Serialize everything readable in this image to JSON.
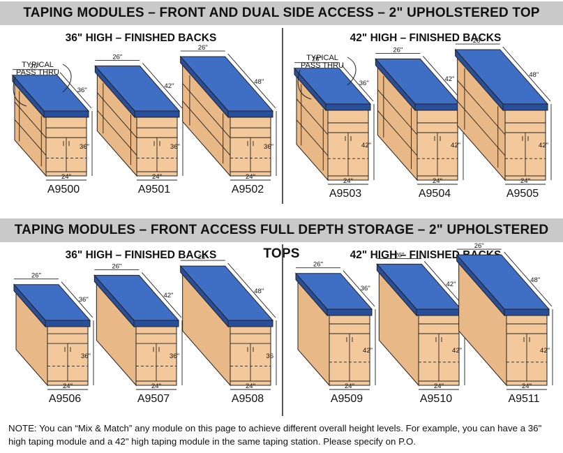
{
  "sections": [
    {
      "title": "TAPING MODULES – FRONT AND DUAL SIDE ACCESS – 2\" UPHOLSTERED TOP",
      "left_heading": "36\" HIGH – FINISHED BACKS",
      "right_heading": "42\" HIGH – FINISHED BACKS",
      "typical_label_line1": "TYPICAL",
      "typical_label_line2": "PASS THRU",
      "modules": [
        {
          "model": "A9500",
          "width": "26\"",
          "length": "36\"",
          "height": "36\"",
          "base": "24\""
        },
        {
          "model": "A9501",
          "width": "26\"",
          "length": "42\"",
          "height": "36\"",
          "base": "24\""
        },
        {
          "model": "A9502",
          "width": "26\"",
          "length": "48\"",
          "height": "36\"",
          "base": "24\""
        },
        {
          "model": "A9503",
          "width": "26\"",
          "length": "36\"",
          "height": "42\"",
          "base": "24\""
        },
        {
          "model": "A9504",
          "width": "26\"",
          "length": "42\"",
          "height": "42\"",
          "base": "24\""
        },
        {
          "model": "A9505",
          "width": "26\"",
          "length": "48\"",
          "height": "42\"",
          "base": "24\""
        }
      ]
    },
    {
      "title": "TAPING MODULES – FRONT ACCESS FULL DEPTH STORAGE – 2\" UPHOLSTERED TOPS",
      "left_heading": "36\" HIGH – FINISHED BACKS",
      "right_heading": "42\" HIGH – FINISHED BACKS",
      "modules": [
        {
          "model": "A9506",
          "width": "26\"",
          "length": "36\"",
          "height": "36\"",
          "base": "24\""
        },
        {
          "model": "A9507",
          "width": "26\"",
          "length": "42\"",
          "height": "36\"",
          "base": "24\""
        },
        {
          "model": "A9508",
          "width": "26\"",
          "length": "48\"",
          "height": "36",
          "base": "24\""
        },
        {
          "model": "A9509",
          "width": "26\"",
          "length": "36\"",
          "height": "42\"",
          "base": "24\""
        },
        {
          "model": "A9510",
          "width": "26\"",
          "length": "42\"",
          "height": "42\"",
          "base": "24\""
        },
        {
          "model": "A9511",
          "width": "26\"",
          "length": "48\"",
          "height": "42\"",
          "base": "24\""
        }
      ]
    }
  ],
  "note": "NOTE: You can “Mix & Match” any module on this page to achieve different overall height levels. For example, you can have a 36\" high taping module and a 42\" high taping module in the same taping station. Please specify on P.O.",
  "colors": {
    "top": "#3f6fc4",
    "top_edge": "#2a4f9a",
    "wood": "#f3c89a",
    "wood_side": "#e8b886",
    "band": "#c9c9c9"
  }
}
